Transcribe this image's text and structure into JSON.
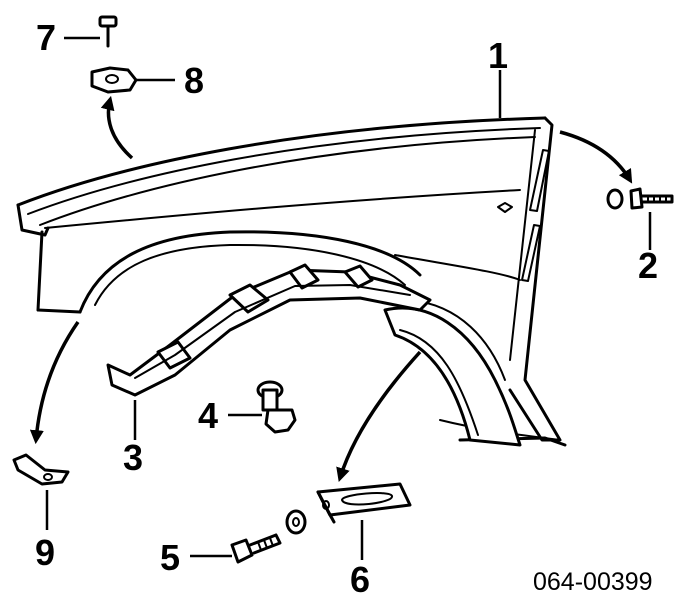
{
  "diagram": {
    "drawing_number": "064-00399",
    "callouts": [
      {
        "id": "1",
        "label": "1"
      },
      {
        "id": "2",
        "label": "2"
      },
      {
        "id": "3",
        "label": "3"
      },
      {
        "id": "4",
        "label": "4"
      },
      {
        "id": "5",
        "label": "5"
      },
      {
        "id": "6",
        "label": "6"
      },
      {
        "id": "7",
        "label": "7"
      },
      {
        "id": "8",
        "label": "8"
      },
      {
        "id": "9",
        "label": "9"
      }
    ]
  }
}
